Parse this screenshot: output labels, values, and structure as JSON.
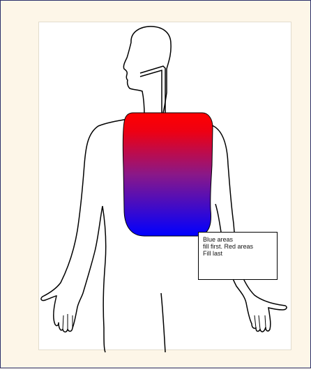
{
  "colors": {
    "frame_border": "#2a2f6a",
    "page_background": "#fdf6e8",
    "lung_top": "#ff0000",
    "lung_bottom": "#0000ff",
    "outline": "#000000"
  },
  "diagram": {
    "gradient_direction": "top-red-to-bottom-blue",
    "callout": {
      "lines": [
        "Blue areas",
        "fill first. Red areas",
        "Fill last"
      ]
    }
  }
}
